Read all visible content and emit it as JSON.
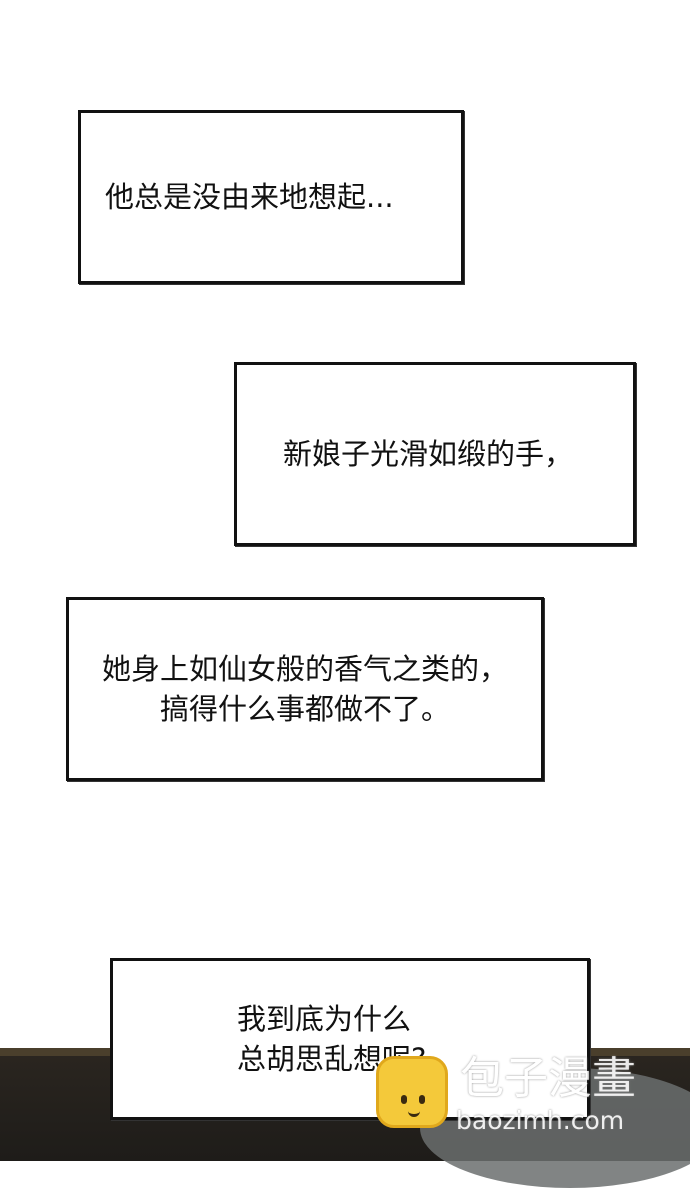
{
  "captions": [
    {
      "lines": [
        "他总是没由来地想起..."
      ]
    },
    {
      "lines": [
        "新娘子光滑如缎的手，"
      ]
    },
    {
      "lines": [
        "她身上如仙女般的香气之类的，",
        "搞得什么事都做不了。"
      ]
    },
    {
      "lines": [
        "我到底为什么",
        "总胡思乱想呢?"
      ]
    }
  ],
  "watermark": {
    "title": "包子漫畫",
    "url": "baozimh.com",
    "icon": "bun-mascot-icon"
  },
  "colors": {
    "background": "#ffffff",
    "border": "#111111",
    "scene": "#2b2620",
    "watermark_accent": "#f4c93a"
  }
}
